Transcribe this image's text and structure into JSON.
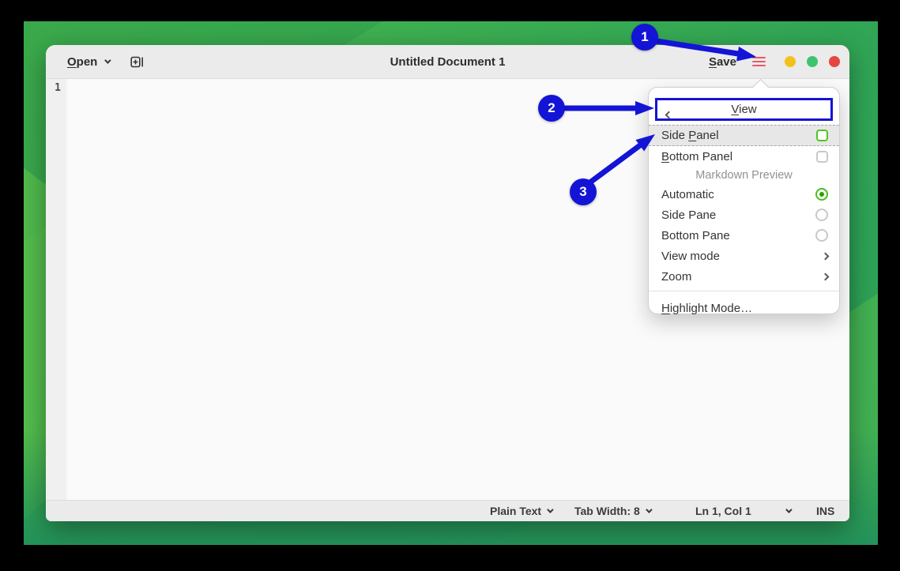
{
  "window": {
    "title": "Untitled Document 1",
    "open_button": {
      "u": "O",
      "rest": "pen"
    },
    "save_button": {
      "u": "S",
      "rest": "ave"
    },
    "line_number": "1"
  },
  "menu": {
    "header": {
      "u": "V",
      "rest": "iew"
    },
    "items": {
      "side_panel": {
        "pre": "Side ",
        "u": "P",
        "rest": "anel"
      },
      "bottom_panel": {
        "u": "B",
        "rest": "ottom Panel"
      },
      "markdown_preview": "Markdown Preview",
      "automatic": "Automatic",
      "side_pane": "Side Pane",
      "bottom_pane": "Bottom Pane",
      "view_mode": "View mode",
      "zoom": "Zoom",
      "highlight_mode": {
        "u": "H",
        "rest": "ighlight Mode…"
      }
    }
  },
  "statusbar": {
    "language": "Plain Text",
    "tab_width": "Tab Width: 8",
    "cursor_position": "Ln 1, Col 1",
    "insert_mode": "INS"
  },
  "annotations": {
    "step1": "1",
    "step2": "2",
    "step3": "3"
  },
  "colors": {
    "annotation_blue": "#1414d6",
    "hamburger_red": "#ed5868",
    "checkbox_green": "#55c31e",
    "radio_selected_green": "#4bbf1a",
    "titlebar_bg": "#ebebeb",
    "window_btn_yellow": "#f2c21c",
    "window_btn_green": "#3fc46e",
    "window_btn_red": "#e54640"
  }
}
